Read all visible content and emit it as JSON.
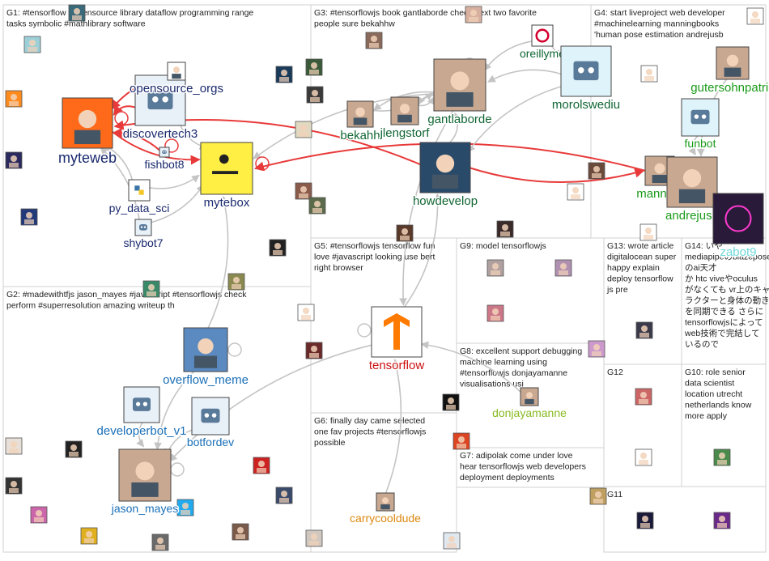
{
  "colors": {
    "edge": "#c4c4c4",
    "edge_strong": "#e83a3a",
    "group_border": "#d0d0d0"
  },
  "groups": [
    {
      "id": "G1",
      "lines": [
        "G1: #tensorflow #opensource library dataflow programming range",
        "tasks symbolic #mathlibrary software"
      ]
    },
    {
      "id": "G2",
      "lines": [
        "G2: #madewithtfjs jason_mayes #javascript #tensorflowjs check",
        "perform #superresolution amazing writeup th"
      ]
    },
    {
      "id": "G3",
      "lines": [
        "G3: #tensorflowjs book gantlaborde check next two favorite",
        "people sure bekahhw"
      ]
    },
    {
      "id": "G4",
      "lines": [
        "G4: start liveproject web developer",
        "#machinelearning manningbooks",
        "'human pose estimation andrejusb"
      ]
    },
    {
      "id": "G5",
      "lines": [
        "G5: #tensorflowjs tensorflow fun",
        "love #javascript looking use bert",
        "right browser"
      ]
    },
    {
      "id": "G6",
      "lines": [
        "G6: finally day came selected",
        "one fav projects #tensorflowjs",
        "possible"
      ]
    },
    {
      "id": "G7",
      "lines": [
        "G7: adipolak come under love",
        "hear tensorflowjs web developers",
        "deployment deployments"
      ]
    },
    {
      "id": "G8",
      "lines": [
        "G8: excellent support debugging",
        "machine learning using",
        "#tensorflowjs donjayamanne",
        "visualisations usi"
      ]
    },
    {
      "id": "G9",
      "lines": [
        "G9: model tensorflowjs"
      ]
    },
    {
      "id": "G10",
      "lines": [
        "G10: role senior",
        "data scientist",
        "location utrecht",
        "netherlands know",
        "more apply"
      ]
    },
    {
      "id": "G11",
      "lines": [
        "G11"
      ]
    },
    {
      "id": "G12",
      "lines": [
        "G12"
      ]
    },
    {
      "id": "G13",
      "lines": [
        "G13: wrote article",
        "digitalocean super",
        "happy explain",
        "deploy tensorflow",
        "js pre"
      ]
    },
    {
      "id": "G14",
      "lines": [
        "G14: いや",
        "mediapipeのblazepose",
        "のai天才",
        "か htc viveやoculus",
        "がなくても vr上のキャ",
        "ラクターと身体の動き",
        "を同期できる さらに",
        "tensorflowjsによって",
        "web技術で完結して",
        "いるので"
      ]
    }
  ],
  "nodes": [
    {
      "id": "myteweb",
      "label": "myteweb",
      "color": "#1a2a6e",
      "icon": "laptop-python-avatar"
    },
    {
      "id": "discovertech3",
      "label": "discovertech3",
      "color": "#1a2a6e",
      "icon": "bot-avatar"
    },
    {
      "id": "opensource_orgs",
      "label": "opensource_orgs",
      "color": "#1a2a6e",
      "icon": "org-avatar"
    },
    {
      "id": "fishbot8",
      "label": "fishbot8",
      "color": "#1a2a6e",
      "icon": "bot-avatar"
    },
    {
      "id": "mytebox",
      "label": "mytebox",
      "color": "#1a2a6e",
      "icon": "desk-worker-avatar"
    },
    {
      "id": "py_data_sci",
      "label": "py_data_sci",
      "color": "#1a2a6e",
      "icon": "python-avatar"
    },
    {
      "id": "shybot7",
      "label": "shybot7",
      "color": "#1a2a6e",
      "icon": "bot-avatar"
    },
    {
      "id": "overflow_meme",
      "label": "overflow_meme",
      "color": "#1a6fb8",
      "icon": "meme-avatar"
    },
    {
      "id": "developerbot_v1",
      "label": "developerbot_v1",
      "color": "#1a6fb8",
      "icon": "bot-avatar"
    },
    {
      "id": "botfordev",
      "label": "botfordev",
      "color": "#1a6fb8",
      "icon": "bot-avatar"
    },
    {
      "id": "jason_mayes",
      "label": "jason_mayes",
      "color": "#1a6fb8",
      "icon": "user-avatar"
    },
    {
      "id": "bekahh",
      "label": "bekahh",
      "color": "#116633",
      "icon": "user-avatar"
    },
    {
      "id": "jlengstorf",
      "label": "jlengstorf",
      "color": "#116633",
      "icon": "user-avatar"
    },
    {
      "id": "gantlaborde",
      "label": "gantlaborde",
      "color": "#116633",
      "icon": "user-avatar"
    },
    {
      "id": "howdevelop",
      "label": "howdevelop",
      "color": "#116633",
      "icon": "top50-avatar"
    },
    {
      "id": "oreillyme",
      "label": "oreillyme",
      "color": "#116633",
      "icon": "oreilly-logo"
    },
    {
      "id": "morolswediu",
      "label": "morolswediu",
      "color": "#116633",
      "icon": "robot-avatar"
    },
    {
      "id": "gutersohnpatric",
      "label": "gutersohnpatric",
      "color": "#1a9a1a",
      "icon": "user-avatar"
    },
    {
      "id": "funbot",
      "label": "funbot",
      "color": "#1a9a1a",
      "icon": "robot-avatar"
    },
    {
      "id": "manning",
      "label": "manning",
      "color": "#1a9a1a",
      "icon": "user-avatar"
    },
    {
      "id": "andrejusb",
      "label": "andrejusb",
      "color": "#1a9a1a",
      "icon": "user-avatar"
    },
    {
      "id": "zabot9",
      "label": "zabot9",
      "color": "#6fd8d8",
      "icon": "neon-avatar"
    },
    {
      "id": "tensorflow",
      "label": "tensorflow",
      "color": "#cc1111",
      "icon": "tensorflow-logo"
    },
    {
      "id": "donjayamanne",
      "label": "donjayamanne",
      "color": "#88bb22",
      "icon": "user-avatar"
    },
    {
      "id": "carrycooldude",
      "label": "carrycooldude",
      "color": "#dd8811",
      "icon": "user-avatar"
    }
  ],
  "edges": [
    {
      "from": "shybot7",
      "to": "myteweb",
      "strong": false
    },
    {
      "from": "fishbot8",
      "to": "myteweb",
      "strong": true
    },
    {
      "from": "py_data_sci",
      "to": "myteweb",
      "strong": false
    },
    {
      "from": "discovertech3",
      "to": "myteweb",
      "strong": true
    },
    {
      "from": "opensource_orgs",
      "to": "myteweb",
      "strong": true
    },
    {
      "from": "howdevelop",
      "to": "myteweb",
      "strong": true
    },
    {
      "from": "myteweb",
      "to": "mytebox",
      "strong": true
    },
    {
      "from": "shybot7",
      "to": "mytebox",
      "strong": false
    },
    {
      "from": "py_data_sci",
      "to": "mytebox",
      "strong": false
    },
    {
      "from": "discovertech3",
      "to": "mytebox",
      "strong": false
    },
    {
      "from": "manning",
      "to": "mytebox",
      "strong": true
    },
    {
      "from": "gantlaborde",
      "to": "mytebox",
      "strong": false
    },
    {
      "from": "overflow_meme",
      "to": "mytebox",
      "strong": false
    },
    {
      "from": "bekahh",
      "to": "gantlaborde",
      "strong": false
    },
    {
      "from": "jlengstorf",
      "to": "gantlaborde",
      "strong": false
    },
    {
      "from": "oreillyme",
      "to": "gantlaborde",
      "strong": false
    },
    {
      "from": "morolswediu",
      "to": "gantlaborde",
      "strong": false
    },
    {
      "from": "gantlaborde",
      "to": "bekahh",
      "strong": false
    },
    {
      "from": "gantlaborde",
      "to": "jlengstorf",
      "strong": false
    },
    {
      "from": "howdevelop",
      "to": "gantlaborde",
      "strong": false
    },
    {
      "from": "manning",
      "to": "andrejusb",
      "strong": false
    },
    {
      "from": "gutersohnpatric",
      "to": "andrejusb",
      "strong": false
    },
    {
      "from": "funbot",
      "to": "andrejusb",
      "strong": false
    },
    {
      "from": "zabot9",
      "to": "andrejusb",
      "strong": false
    },
    {
      "from": "andrejusb",
      "to": "manning",
      "strong": false
    },
    {
      "from": "howdevelop",
      "to": "manning",
      "strong": true
    },
    {
      "from": "developerbot_v1",
      "to": "jason_mayes",
      "strong": false
    },
    {
      "from": "botfordev",
      "to": "jason_mayes",
      "strong": false
    },
    {
      "from": "overflow_meme",
      "to": "jason_mayes",
      "strong": false
    },
    {
      "from": "tensorflow",
      "to": "jason_mayes",
      "strong": false
    },
    {
      "from": "tensorflow",
      "to": "howdevelop",
      "strong": false
    },
    {
      "from": "morolswediu",
      "to": "howdevelop",
      "strong": false
    },
    {
      "from": "donjayamanne",
      "to": "tensorflow",
      "strong": false
    },
    {
      "from": "carrycooldude",
      "to": "tensorflow",
      "strong": false
    },
    {
      "from": "gantlaborde",
      "to": "tensorflow",
      "strong": false
    },
    {
      "from": "oreillyme",
      "to": "morolswediu",
      "strong": false
    }
  ]
}
